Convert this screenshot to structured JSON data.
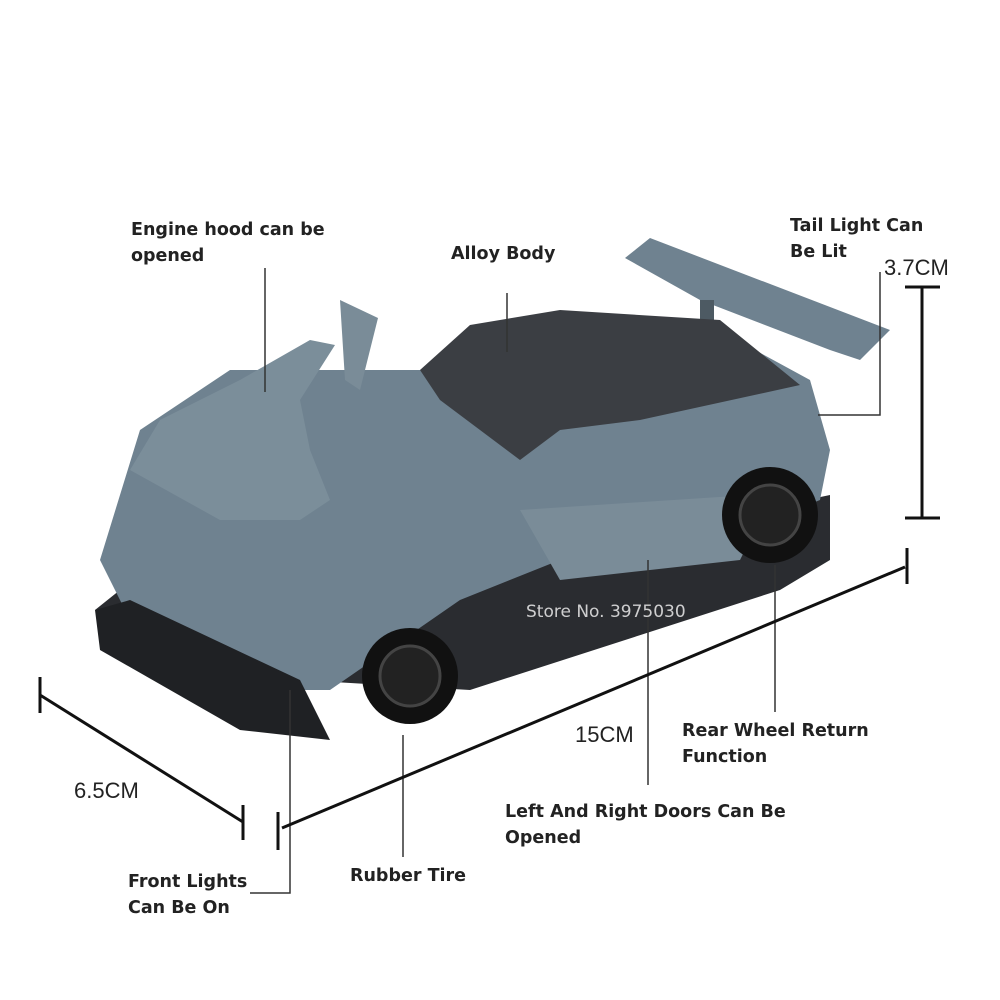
{
  "labels": {
    "engine_hood": "Engine hood can be\nopened",
    "alloy_body": "Alloy Body",
    "tail_light": "Tail Light Can\nBe Lit",
    "rear_wheel": "Rear Wheel Return\nFunction",
    "doors": "Left And Right Doors Can Be\nOpened",
    "rubber_tire": "Rubber Tire",
    "front_lights": "Front Lights\nCan Be On"
  },
  "dimensions": {
    "height": "3.7CM",
    "length": "15CM",
    "width": "6.5CM"
  },
  "watermark": "Store No. 3975030",
  "colors": {
    "body": "#6f8290",
    "roof": "#3b3e43",
    "line": "#333333"
  }
}
